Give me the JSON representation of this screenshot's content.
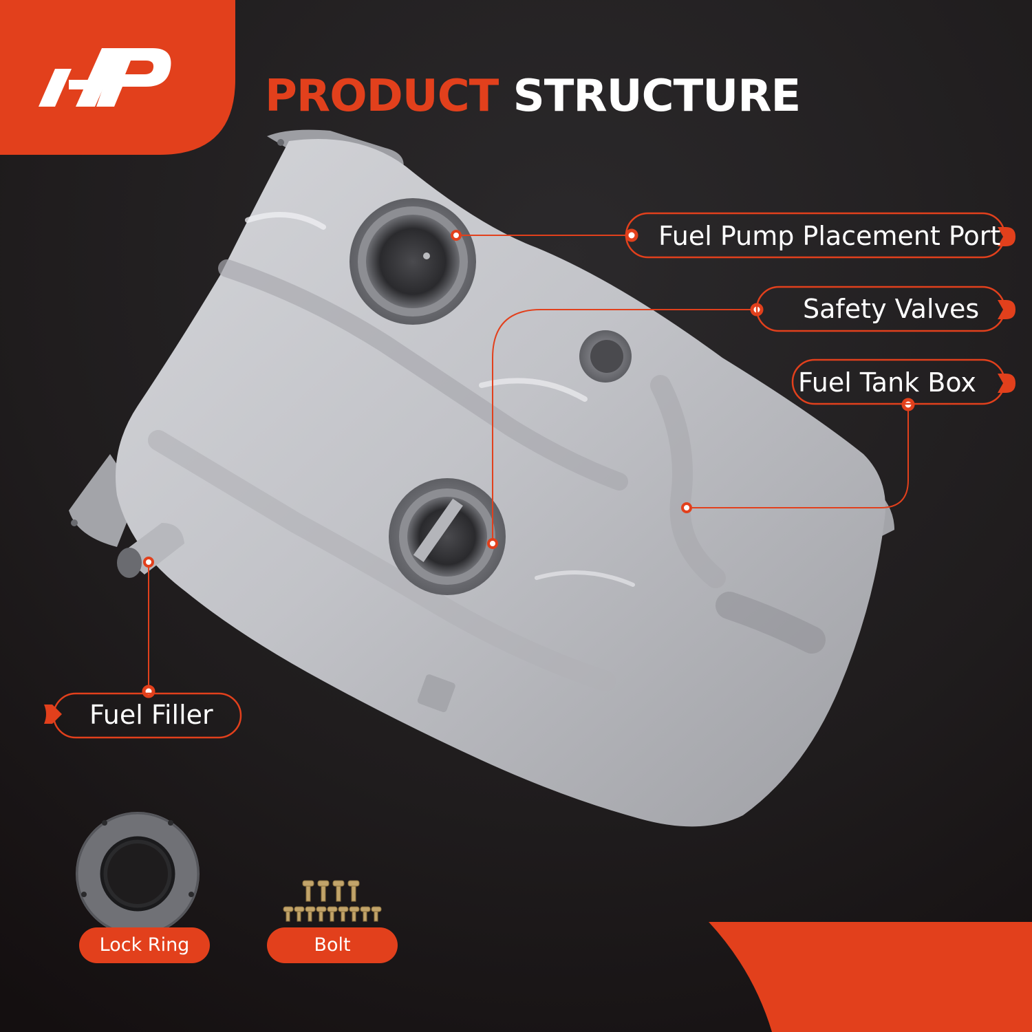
{
  "header": {
    "title_highlight": "PRODUCT",
    "title_rest": "STRUCTURE"
  },
  "callouts": {
    "fuel_pump_port": "Fuel Pump Placement Port",
    "safety_valves": "Safety Valves",
    "fuel_tank_box": "Fuel Tank Box",
    "fuel_filler": "Fuel Filler"
  },
  "accessories": {
    "lock_ring": "Lock Ring",
    "bolt": "Bolt"
  },
  "colors": {
    "accent": "#e2401c",
    "background": "#1e1c1d",
    "tank": "#c9cacd"
  }
}
